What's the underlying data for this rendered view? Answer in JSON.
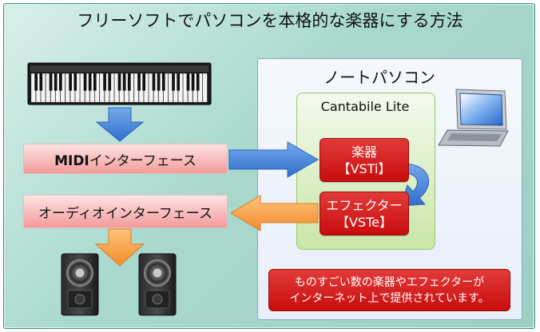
{
  "title": "フリーソフトでパソコンを本格的な楽器にする方法",
  "laptop_panel": {
    "title": "ノートパソコン"
  },
  "host": {
    "title": "Cantabile Lite"
  },
  "plugins": {
    "instrument": {
      "line1": "楽器",
      "line2": "【VSTi】"
    },
    "effector": {
      "line1": "エフェクター",
      "line2": "【VSTe】"
    }
  },
  "midi_interface": {
    "label_bold": "MIDI",
    "label_rest": "インターフェース"
  },
  "audio_interface": {
    "label": "オーディオインターフェース"
  },
  "note": {
    "line1": "ものすごい数の楽器やエフェクターが",
    "line2": "インターネット上で提供されています。"
  },
  "icons": {
    "keyboard": "midi-keyboard-icon",
    "laptop": "laptop-icon",
    "speaker": "speaker-icon"
  },
  "colors": {
    "background": "#a9d9cd",
    "midi_arrow": "#3f7fd6",
    "audio_arrow": "#f5a04a",
    "plugin_red": "#d11a1a"
  }
}
